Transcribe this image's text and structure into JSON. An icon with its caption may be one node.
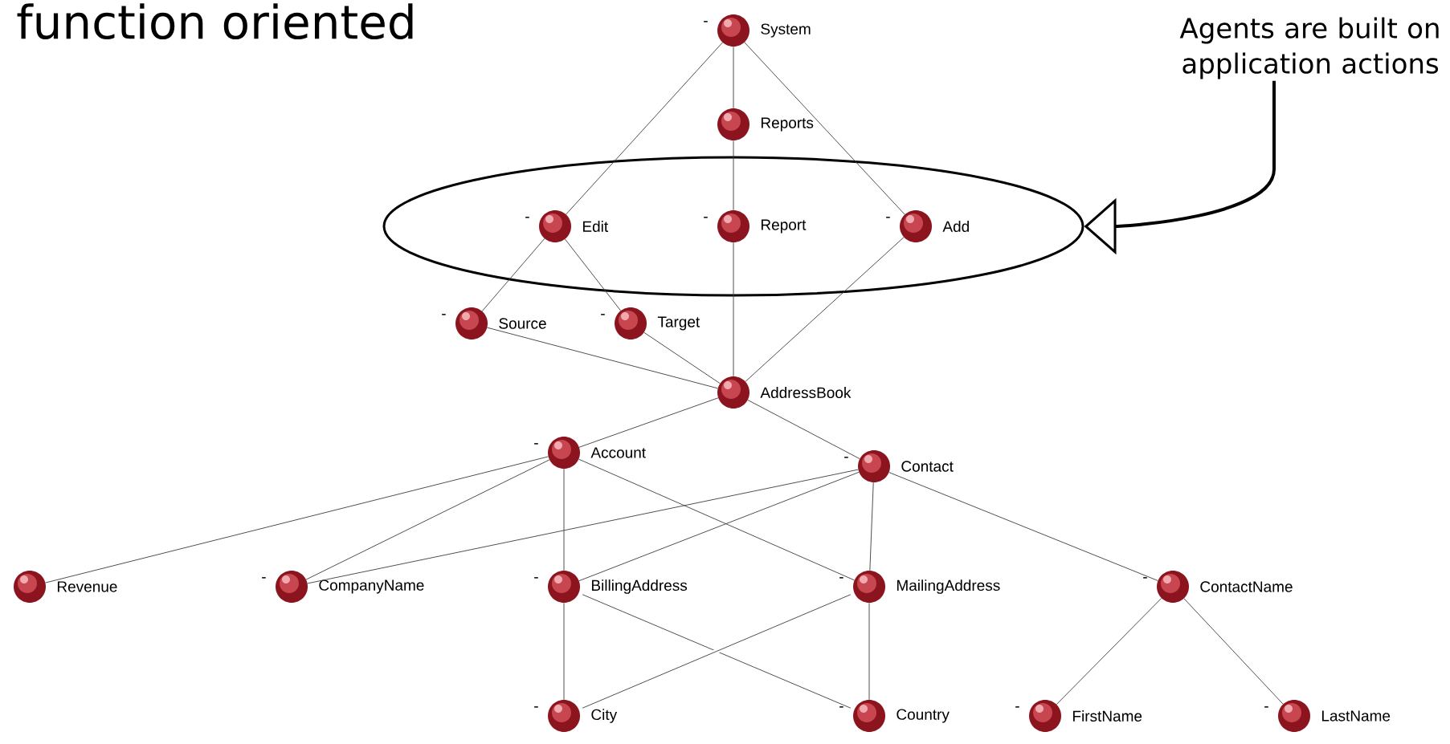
{
  "diagram": {
    "title": "function oriented",
    "nodes": [
      {
        "text": [
          "System"
        ],
        "beside": [
          "-"
        ]
      },
      {
        "text": [
          "Reports"
        ]
      },
      {
        "text": [
          "Agents are built on application actions"
        ]
      },
      {
        "text": [],
        "shape": "ellipse"
      },
      {
        "text": [
          "Edit"
        ],
        "beside": [
          "-"
        ],
        "in": 3
      },
      {
        "text": [
          "Report"
        ],
        "beside": [
          "-"
        ],
        "in": 3
      },
      {
        "text": [
          "Add"
        ],
        "beside": [
          "-"
        ],
        "in": 3
      },
      {
        "text": [
          "Source"
        ],
        "beside": [
          "-"
        ]
      },
      {
        "text": [
          "Target"
        ],
        "beside": [
          "-"
        ]
      },
      {
        "text": [
          "AddressBook"
        ]
      },
      {
        "text": [
          "Account"
        ],
        "beside": [
          "-"
        ]
      },
      {
        "text": [
          "Contact"
        ],
        "beside": [
          "-"
        ]
      },
      {
        "text": [
          "Revenue"
        ]
      },
      {
        "text": [
          "CompanyName"
        ],
        "beside": [
          "-"
        ]
      },
      {
        "text": [
          "BillingAddress"
        ],
        "beside": [
          "-"
        ]
      },
      {
        "text": [
          "MailingAddress"
        ],
        "beside": [
          "-"
        ]
      },
      {
        "text": [
          "ContactName"
        ],
        "beside": [
          "-"
        ]
      },
      {
        "text": [
          "City"
        ],
        "beside": [
          "-"
        ]
      },
      {
        "text": [
          "Country"
        ],
        "beside": [
          "-"
        ]
      },
      {
        "text": [
          "FirstName"
        ],
        "beside": [
          "-"
        ]
      },
      {
        "text": [
          "LastName"
        ],
        "beside": [
          "-"
        ]
      }
    ],
    "edges": [
      {
        "from": 0,
        "to": 1,
        "arrow": "none"
      },
      {
        "from": 0,
        "to": 4,
        "arrow": "none"
      },
      {
        "from": 0,
        "to": 6,
        "arrow": "none"
      },
      {
        "from": 1,
        "to": 5,
        "arrow": "none"
      },
      {
        "from": 2,
        "to": 3,
        "arrow": "to",
        "style": "thick"
      },
      {
        "from": 4,
        "to": 7,
        "arrow": "none"
      },
      {
        "from": 4,
        "to": 8,
        "arrow": "none"
      },
      {
        "from": 5,
        "to": 9,
        "arrow": "none"
      },
      {
        "from": 6,
        "to": 9,
        "arrow": "none"
      },
      {
        "from": 7,
        "to": 9,
        "arrow": "none"
      },
      {
        "from": 8,
        "to": 9,
        "arrow": "none"
      },
      {
        "from": 9,
        "to": 10,
        "arrow": "none"
      },
      {
        "from": 9,
        "to": 11,
        "arrow": "none"
      },
      {
        "from": 10,
        "to": 12,
        "arrow": "none"
      },
      {
        "from": 10,
        "to": 13,
        "arrow": "none"
      },
      {
        "from": 10,
        "to": 14,
        "arrow": "none"
      },
      {
        "from": 10,
        "to": 15,
        "arrow": "none"
      },
      {
        "from": 11,
        "to": 13,
        "arrow": "none"
      },
      {
        "from": 11,
        "to": 14,
        "arrow": "none"
      },
      {
        "from": 11,
        "to": 15,
        "arrow": "none"
      },
      {
        "from": 11,
        "to": 16,
        "arrow": "none"
      },
      {
        "from": 14,
        "to": 17,
        "arrow": "none"
      },
      {
        "from": 14,
        "to": 18,
        "arrow": "none"
      },
      {
        "from": 15,
        "to": 17,
        "arrow": "none"
      },
      {
        "from": 15,
        "to": 18,
        "arrow": "none"
      },
      {
        "from": 16,
        "to": 19,
        "arrow": "none"
      },
      {
        "from": 16,
        "to": 20,
        "arrow": "none"
      }
    ]
  }
}
